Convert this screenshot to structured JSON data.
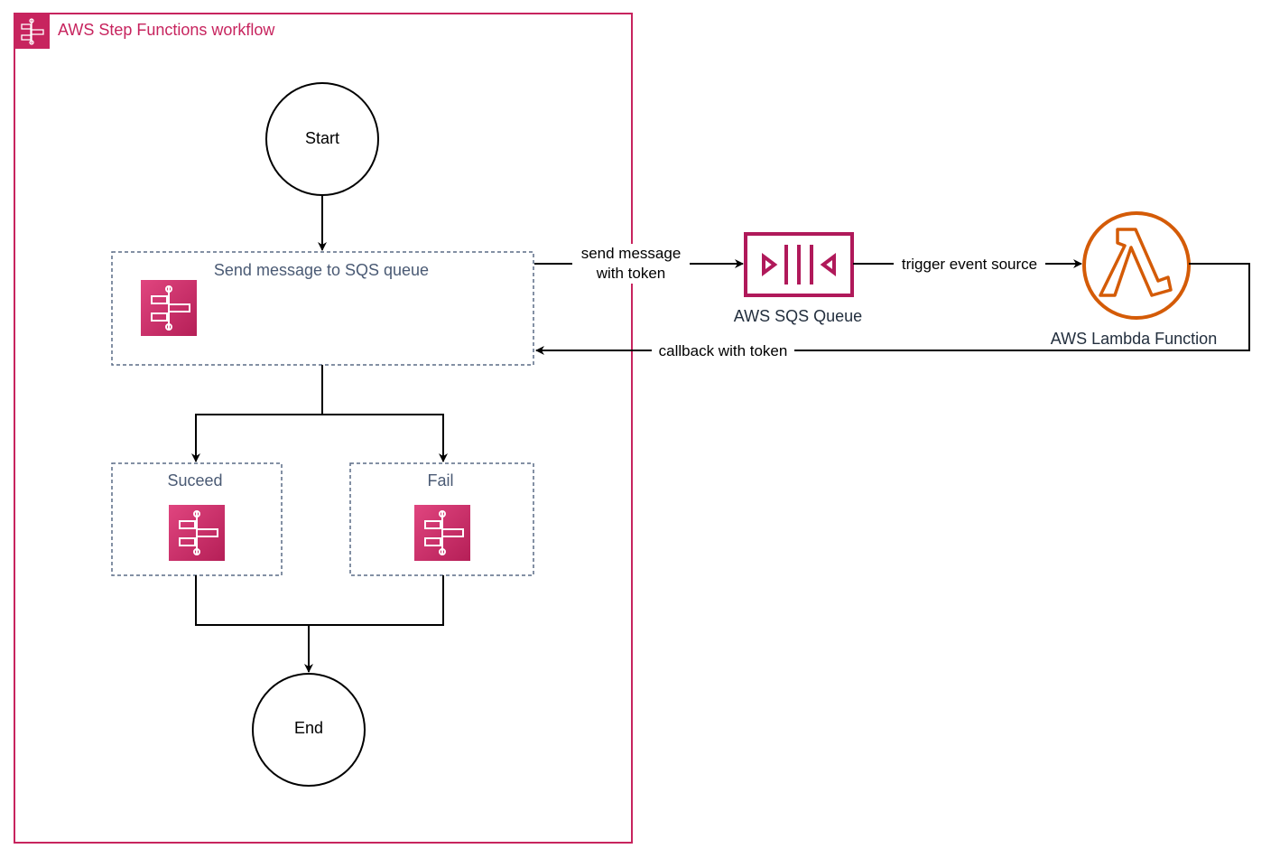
{
  "group": {
    "title": "AWS Step Functions workflow"
  },
  "nodes": {
    "start": "Start",
    "end": "End",
    "send_state": "Send message to SQS queue",
    "succeed_state": "Suceed",
    "fail_state": "Fail"
  },
  "services": {
    "sqs": "AWS SQS Queue",
    "lambda": "AWS Lambda Function"
  },
  "edges": {
    "send_line1": "send message",
    "send_line2": "with token",
    "trigger": "trigger event source",
    "callback": "callback with token"
  },
  "colors": {
    "step_functions": "#c7245e",
    "sqs": "#b0195a",
    "lambda": "#d45b07",
    "state_border": "#5a6b86"
  },
  "icons": [
    "step-functions-icon",
    "sqs-queue-icon",
    "lambda-icon"
  ]
}
